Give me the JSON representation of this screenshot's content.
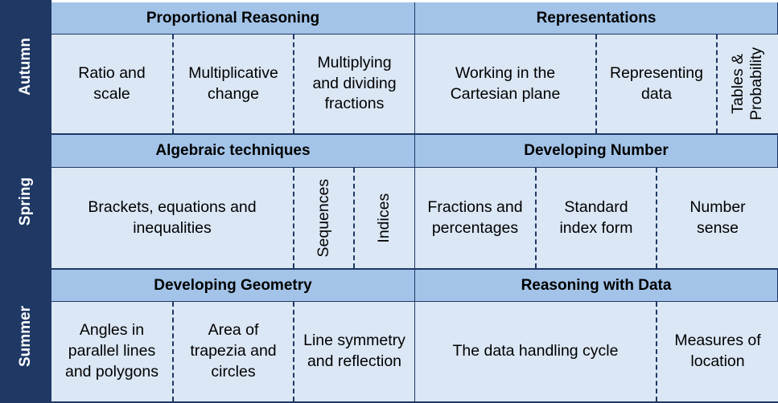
{
  "terms": [
    {
      "name": "Autumn",
      "blocks": [
        {
          "title": "Proportional Reasoning",
          "units": [
            "Ratio and scale",
            "Multiplicative change",
            "Multiplying and dividing fractions"
          ]
        },
        {
          "title": "Representations",
          "units": [
            "Working in the Cartesian plane",
            "Representing data",
            "Tables & Probability"
          ]
        }
      ]
    },
    {
      "name": "Spring",
      "blocks": [
        {
          "title": "Algebraic techniques",
          "units": [
            "Brackets, equations and inequalities",
            "Sequences",
            "Indices"
          ]
        },
        {
          "title": "Developing Number",
          "units": [
            "Fractions and percentages",
            "Standard index form",
            "Number sense"
          ]
        }
      ]
    },
    {
      "name": "Summer",
      "blocks": [
        {
          "title": "Developing Geometry",
          "units": [
            "Angles in parallel lines and polygons",
            "Area of trapezia and circles",
            "Line symmetry and reflection"
          ]
        },
        {
          "title": "Reasoning with Data",
          "units": [
            "The data handling cycle",
            "Measures of location"
          ]
        }
      ]
    }
  ],
  "colors": {
    "term_band": "#1f3864",
    "block_header": "#a3c4e8",
    "unit_cell": "#dbe7f5"
  }
}
